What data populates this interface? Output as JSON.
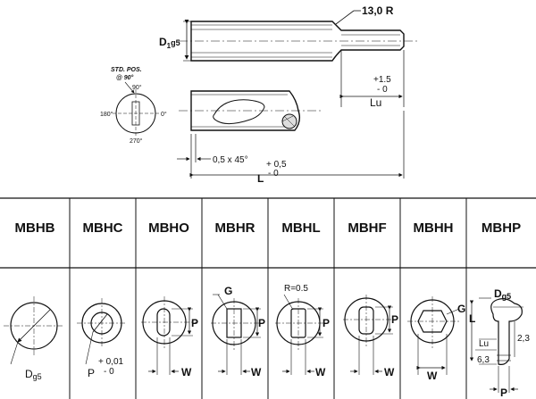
{
  "top": {
    "radius_label": "13,0 R",
    "diameter_label": "D",
    "diameter_sub": "1",
    "diameter_tol": "g5",
    "length_label": "L",
    "length_tol_plus": "+ 0,5",
    "length_tol_minus": "- 0",
    "lu_label": "Lu",
    "lu_tol_plus": "+1.5",
    "lu_tol_minus": "- 0",
    "chamfer_label": "0,5 x 45°",
    "std_pos_line1": "STD. POS.",
    "std_pos_line2": "@ 90°",
    "angle_top": "90°",
    "angle_left": "180°",
    "angle_right": "0°",
    "angle_bottom": "270°"
  },
  "columns": [
    {
      "label": "MBHB"
    },
    {
      "label": "MBHC"
    },
    {
      "label": "MBHO"
    },
    {
      "label": "MBHR"
    },
    {
      "label": "MBHL"
    },
    {
      "label": "MBHF"
    },
    {
      "label": "MBHH"
    },
    {
      "label": "MBHP"
    }
  ],
  "labels": {
    "d_g5": "D",
    "d_g5_sub": "g5",
    "p": "P",
    "p_tol_plus": "+ 0,01",
    "p_tol_minus": "- 0",
    "w": "W",
    "g": "G",
    "r": "R=0.5",
    "l": "L",
    "lu": "Lu",
    "v23": "2,3",
    "v63": "6,3"
  }
}
